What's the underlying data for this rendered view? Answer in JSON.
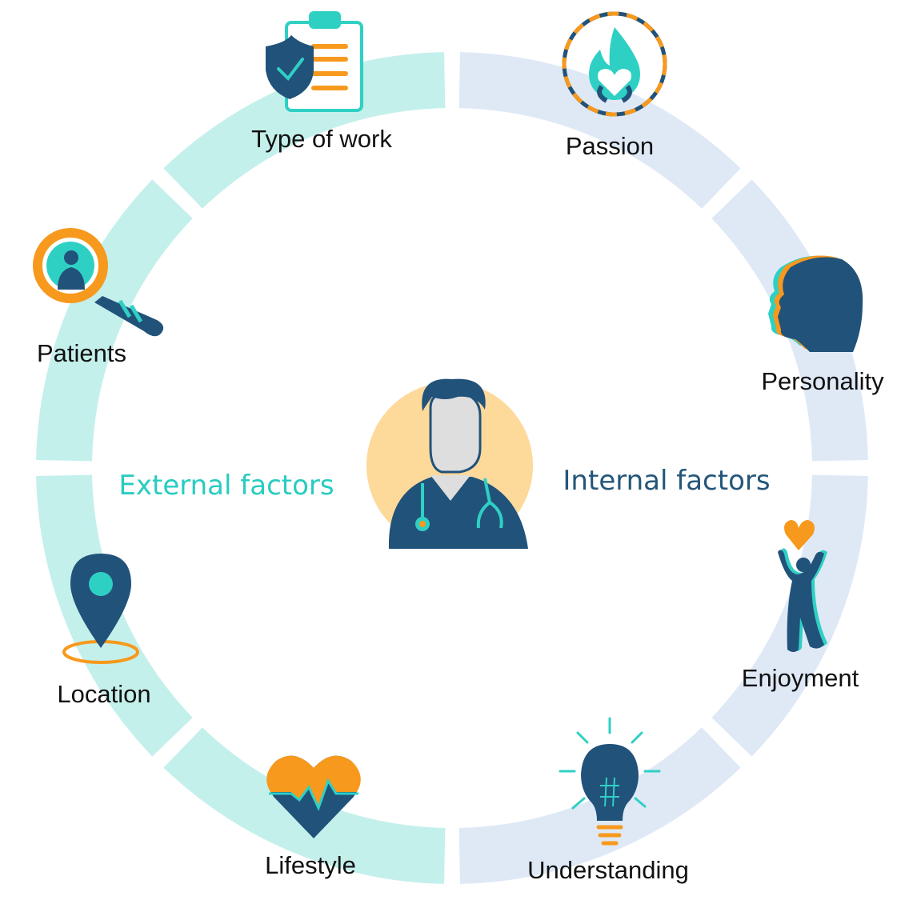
{
  "colors": {
    "external": "#28ccc0",
    "external_ring": "#c4f0ec",
    "internal": "#24567a",
    "internal_ring": "#dfe9f6",
    "navy": "#21527a",
    "teal": "#2fd0c4",
    "orange": "#f7991d",
    "peach": "#fdd99a",
    "face": "#dedede"
  },
  "center": {
    "icon": "doctor-icon"
  },
  "groups": {
    "external": {
      "title": "External factors"
    },
    "internal": {
      "title": "Internal factors"
    }
  },
  "factors": [
    {
      "label": "Type of work",
      "icon": "clipboard-shield-icon",
      "group": "external"
    },
    {
      "label": "Passion",
      "icon": "flame-heart-icon",
      "group": "internal"
    },
    {
      "label": "Personality",
      "icon": "head-profile-icon",
      "group": "internal"
    },
    {
      "label": "Patients",
      "icon": "magnifier-person-icon",
      "group": "external"
    },
    {
      "label": "Enjoyment",
      "icon": "person-heart-icon",
      "group": "internal"
    },
    {
      "label": "Location",
      "icon": "location-pin-icon",
      "group": "external"
    },
    {
      "label": "Lifestyle",
      "icon": "heartbeat-icon",
      "group": "external"
    },
    {
      "label": "Understanding",
      "icon": "lightbulb-icon",
      "group": "internal"
    }
  ]
}
